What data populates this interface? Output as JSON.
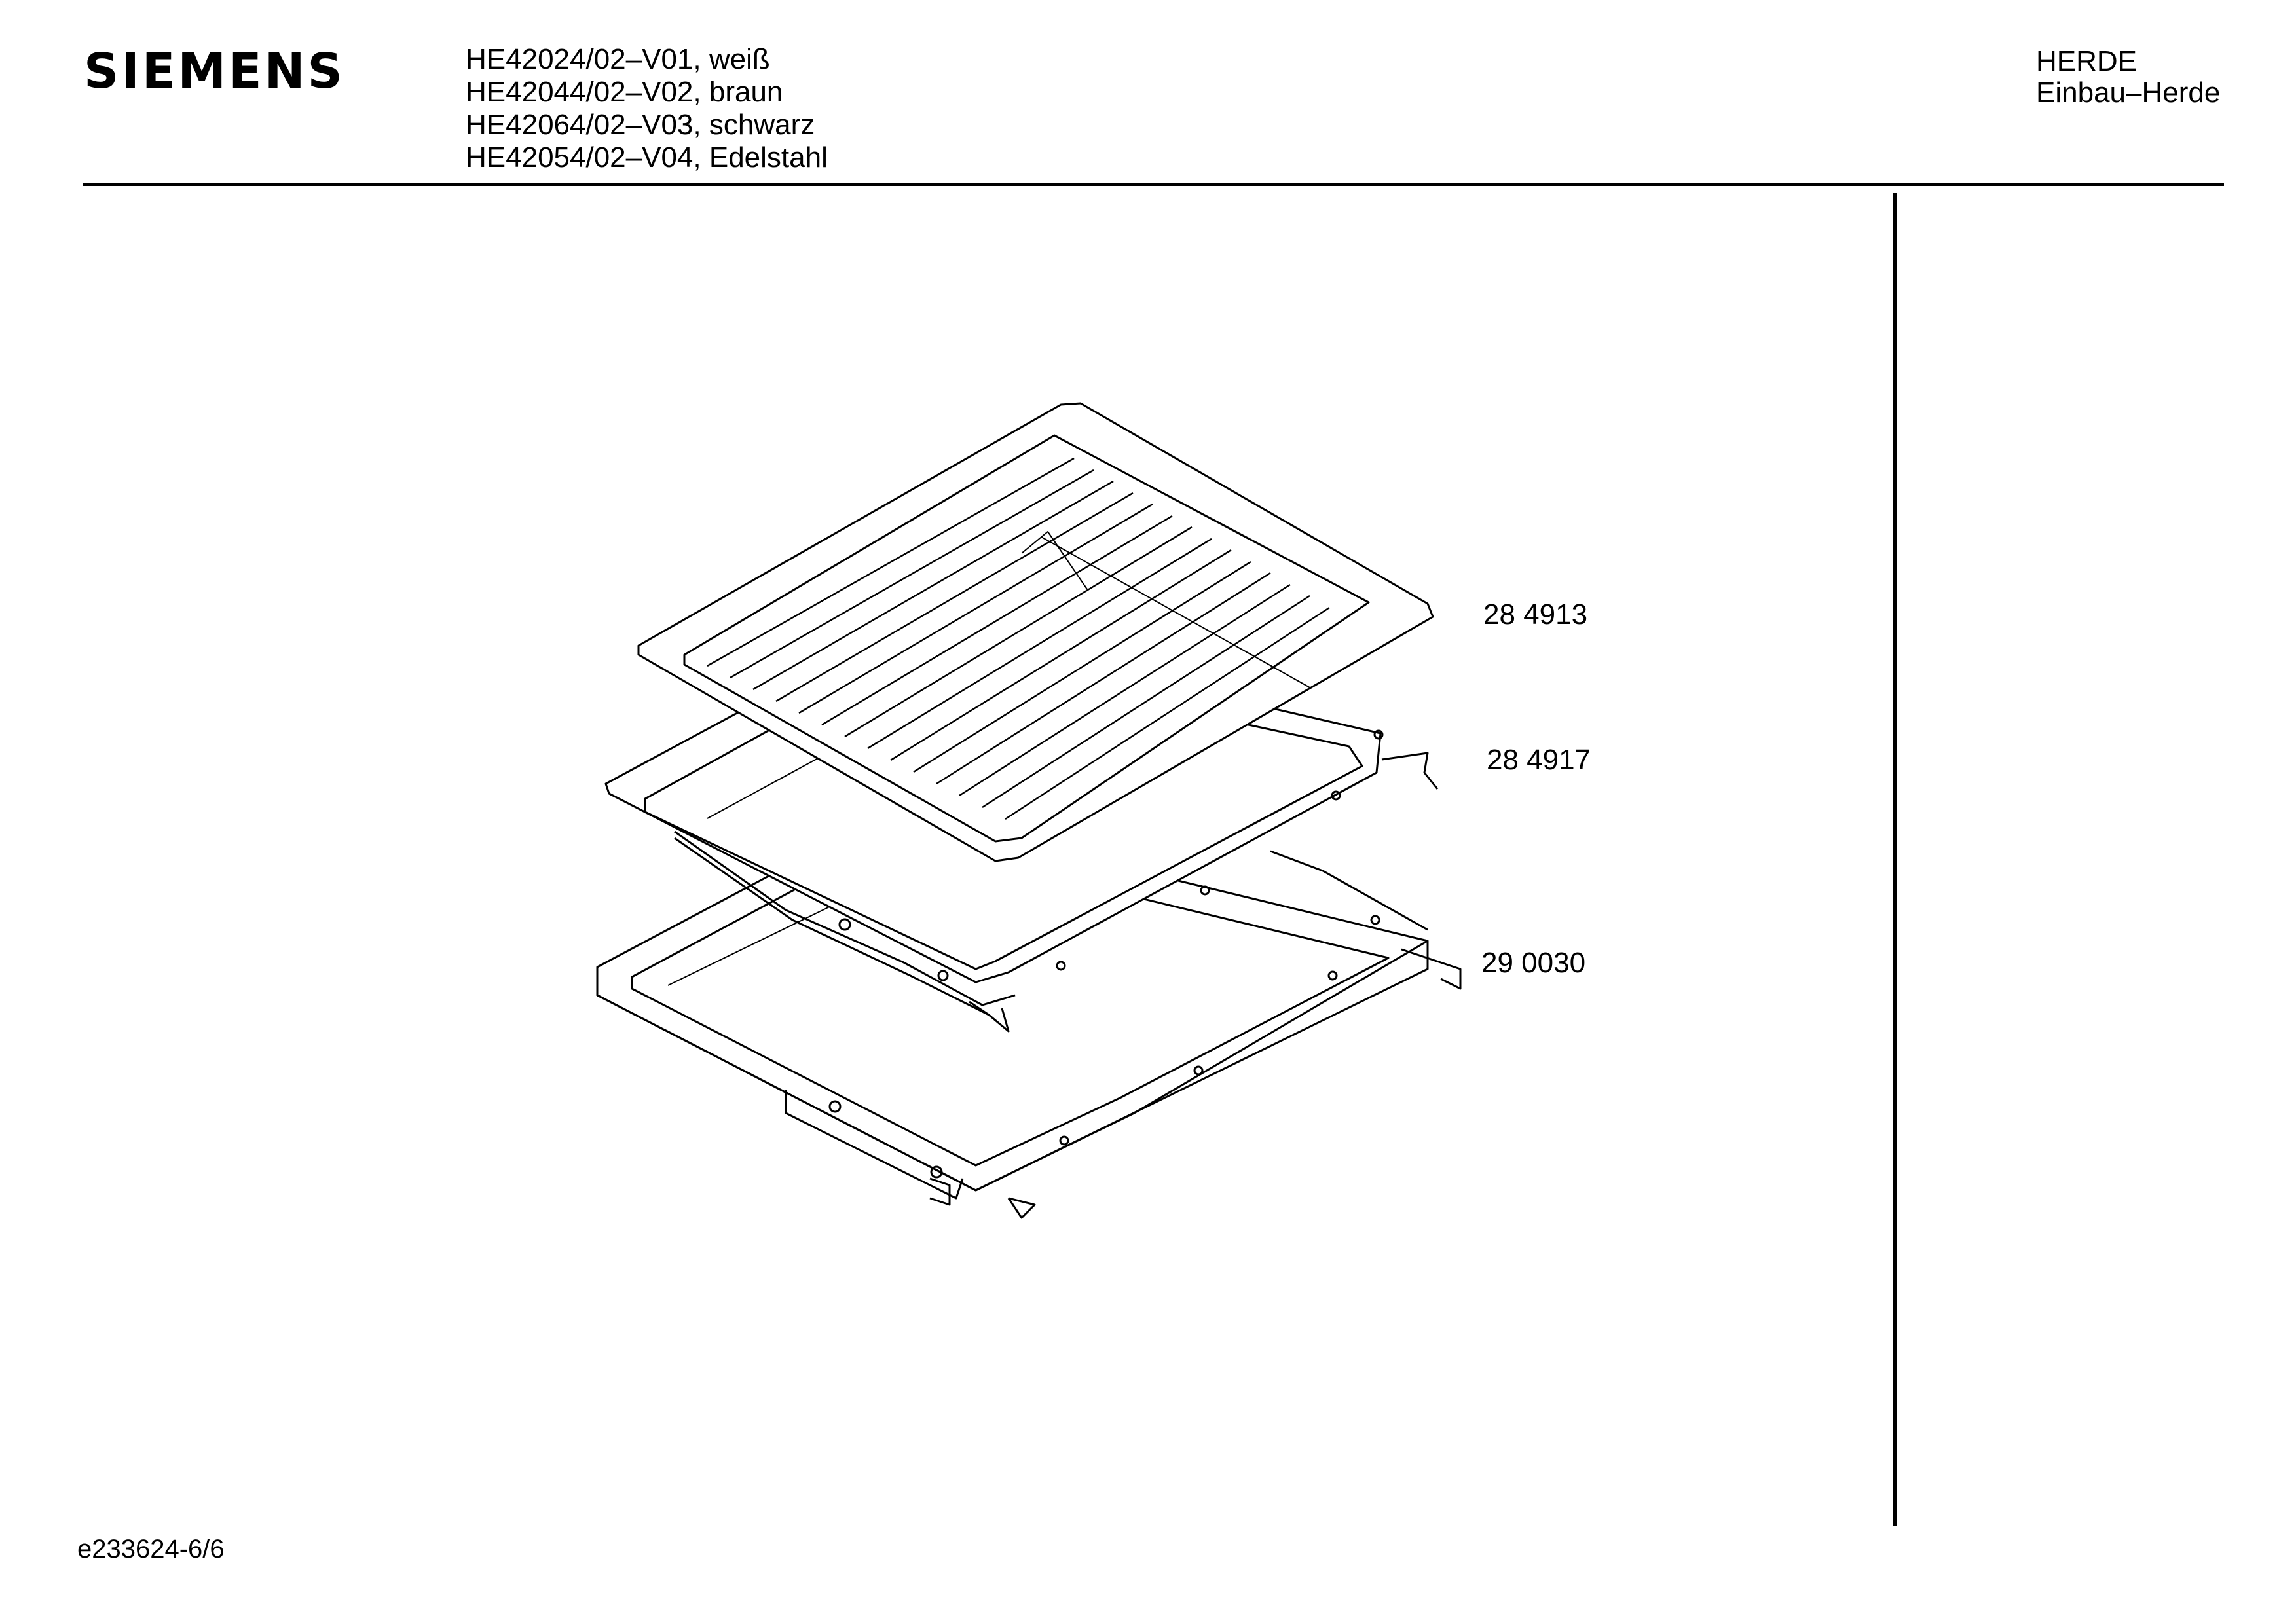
{
  "header": {
    "brand": "SIEMENS",
    "models": [
      "HE42024/02–V01, weiß",
      "HE42044/02–V02, braun",
      "HE42064/02–V03, schwarz",
      "HE42054/02–V04, Edelstahl"
    ],
    "category": "HERDE",
    "subcategory": "Einbau–Herde"
  },
  "parts": [
    {
      "name": "rack",
      "number": "28 4913"
    },
    {
      "name": "baking-tray",
      "number": "28 4917"
    },
    {
      "name": "frame",
      "number": "29 0030"
    }
  ],
  "footer": {
    "doc_id": "e233624-6/6"
  }
}
